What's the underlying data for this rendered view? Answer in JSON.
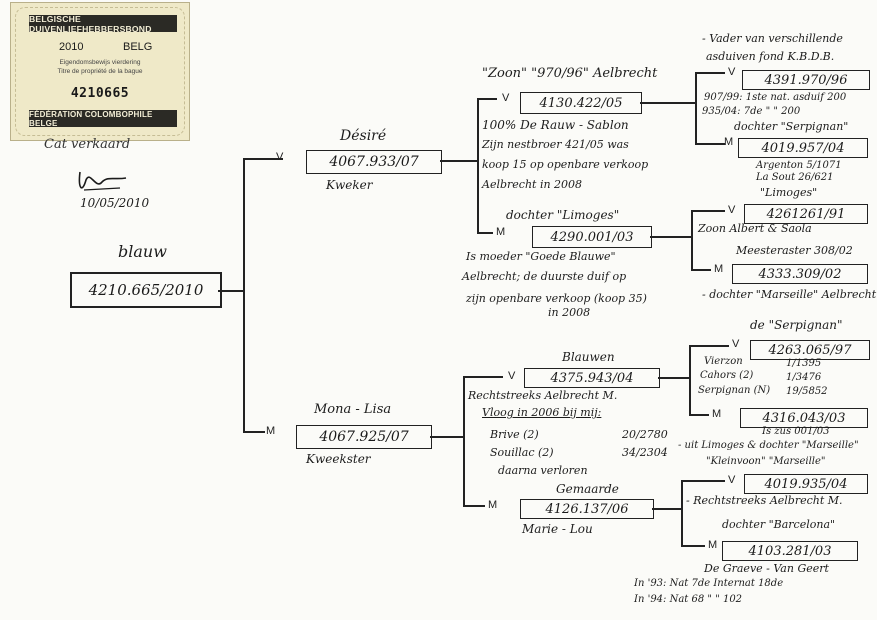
{
  "stamp": {
    "top_band": "BELGISCHE DUIVENLIEFHEBBERSBOND",
    "year": "2010",
    "country": "BELG",
    "line1": "Eigendomsbewijs vierdering",
    "line2": "Titre de propriété de la bague",
    "ring_number": "4210665",
    "bottom_band": "FÉDÉRATION COLOMBOPHILE BELGE"
  },
  "sale": {
    "text": "Cat verkaard",
    "date": "10/05/2010"
  },
  "subject": {
    "color": "blauw",
    "ring": "4210.665/2010"
  },
  "labels": {
    "v": "V",
    "m": "M"
  },
  "father": {
    "name": "Désiré",
    "ring": "4067.933/07",
    "role": "Kweker"
  },
  "mother": {
    "name": "Mona - Lisa",
    "ring": "4067.925/07",
    "role": "Kweekster"
  },
  "ff": {
    "title": "\"Zoon\" \"970/96\" Aelbrecht",
    "ring": "4130.422/05",
    "notes": [
      "100% De Rauw - Sablon",
      "Zijn nestbroer 421/05 was",
      "koop 15 op openbare verkoop",
      "Aelbrecht in 2008"
    ]
  },
  "fm": {
    "title": "dochter \"Limoges\"",
    "ring": "4290.001/03",
    "notes": [
      "Is moeder \"Goede Blauwe\"",
      "Aelbrecht; de duurste duif op",
      "zijn openbare verkoop (koop 35)",
      "in 2008"
    ]
  },
  "mf": {
    "title": "Blauwen",
    "ring": "4375.943/04",
    "notes": [
      "Rechtstreeks Aelbrecht M.",
      "Vloog in 2006 bij mij:",
      "Brive (2)",
      "20/2780",
      "Souillac (2)",
      "34/2304",
      "daarna verloren"
    ]
  },
  "mm": {
    "title": "Gemaarde",
    "ring": "4126.137/06",
    "name": "Marie - Lou"
  },
  "fff": {
    "notes_top": [
      "- Vader van verschillende",
      "asduiven fond K.B.D.B."
    ],
    "ring": "4391.970/96",
    "notes": [
      "907/99: 1ste nat. asduif 200",
      "935/04: 7de \" \" 200"
    ],
    "title": "dochter \"Serpignan\""
  },
  "ffm": {
    "ring": "4019.957/04",
    "notes": [
      "Argenton 5/1071",
      "La Sout 26/621"
    ]
  },
  "fmf": {
    "title": "\"Limoges\"",
    "ring": "4261261/91",
    "notes": [
      "Zoon Albert & Saola",
      "Meesteraster 308/02"
    ]
  },
  "fmm": {
    "ring": "4333.309/02",
    "notes": [
      "- dochter \"Marseille\" Aelbrecht"
    ]
  },
  "mff": {
    "title": "de \"Serpignan\"",
    "ring": "4263.065/97",
    "notes": [
      "Vierzon",
      "1/1395",
      "Cahors (2)",
      "1/3476",
      "Serpignan (N)",
      "19/5852"
    ]
  },
  "mfm": {
    "ring": "4316.043/03",
    "notes": [
      "Is zus 001/03",
      "- uit Limoges & dochter \"Marseille\"",
      "\"Kleinvoon\" \"Marseille\""
    ]
  },
  "mmf": {
    "ring": "4019.935/04",
    "notes": [
      "- Rechtstreeks Aelbrecht M."
    ]
  },
  "mmm": {
    "title": "dochter \"Barcelona\"",
    "ring": "4103.281/03",
    "sub": "De Graeve - Van Geert",
    "notes": [
      "In '93: Nat 7de Internat 18de",
      "In '94: Nat 68 \" \" 102"
    ]
  }
}
